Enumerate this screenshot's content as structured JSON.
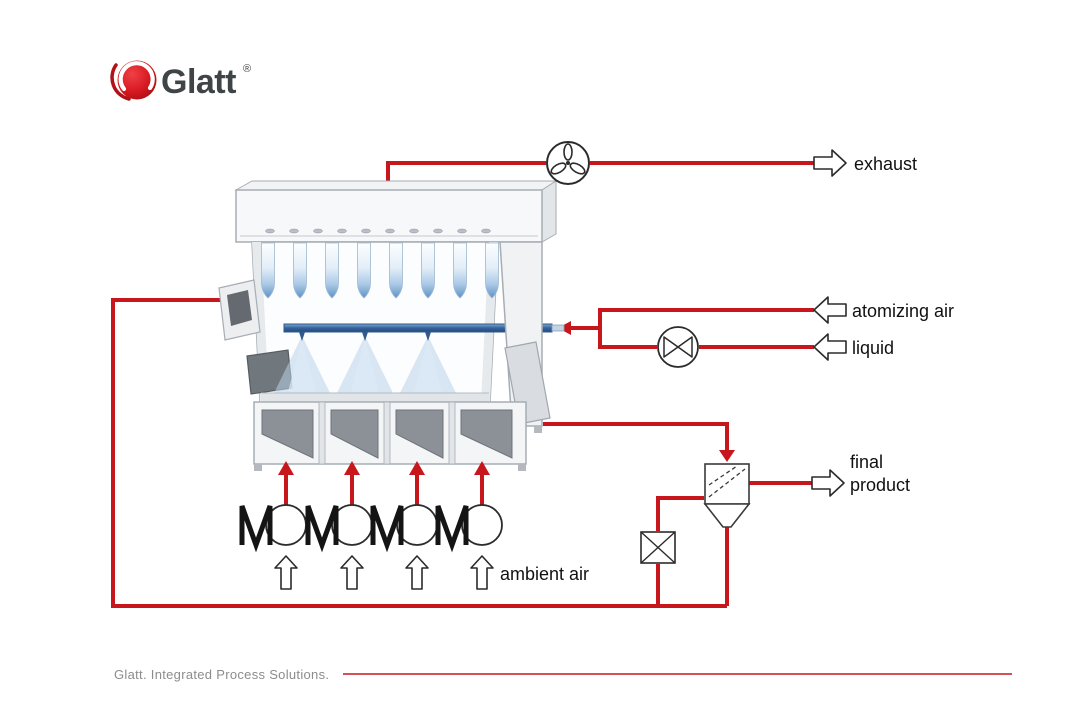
{
  "logo": {
    "brand": "Glatt",
    "registered": "®"
  },
  "diagram": {
    "labels": {
      "exhaust": "exhaust",
      "atomizing_air": "atomizing air",
      "liquid": "liquid",
      "final_line1": "final",
      "final_line2": "product",
      "ambient_air": "ambient air"
    },
    "components": {
      "exhaust_fan": "exhaust-fan",
      "pump": "liquid-pump",
      "valve": "discharge-valve",
      "separator": "product-separator",
      "fan_units": [
        "fan-unit-1",
        "fan-unit-2",
        "fan-unit-3",
        "fan-unit-4"
      ]
    }
  },
  "footer": {
    "tagline": "Glatt. Integrated Process Solutions."
  },
  "colors": {
    "pipe_red": "#c8161d",
    "brand_red": "#d71920",
    "text_dark": "#111111",
    "footer_gray": "#8c8c8c",
    "equipment_outline": "#a6adb3",
    "spray_blue": "#b9d2e8",
    "filter_bag_blue": "#5d92c6",
    "manifold_blue": "#35639c"
  }
}
